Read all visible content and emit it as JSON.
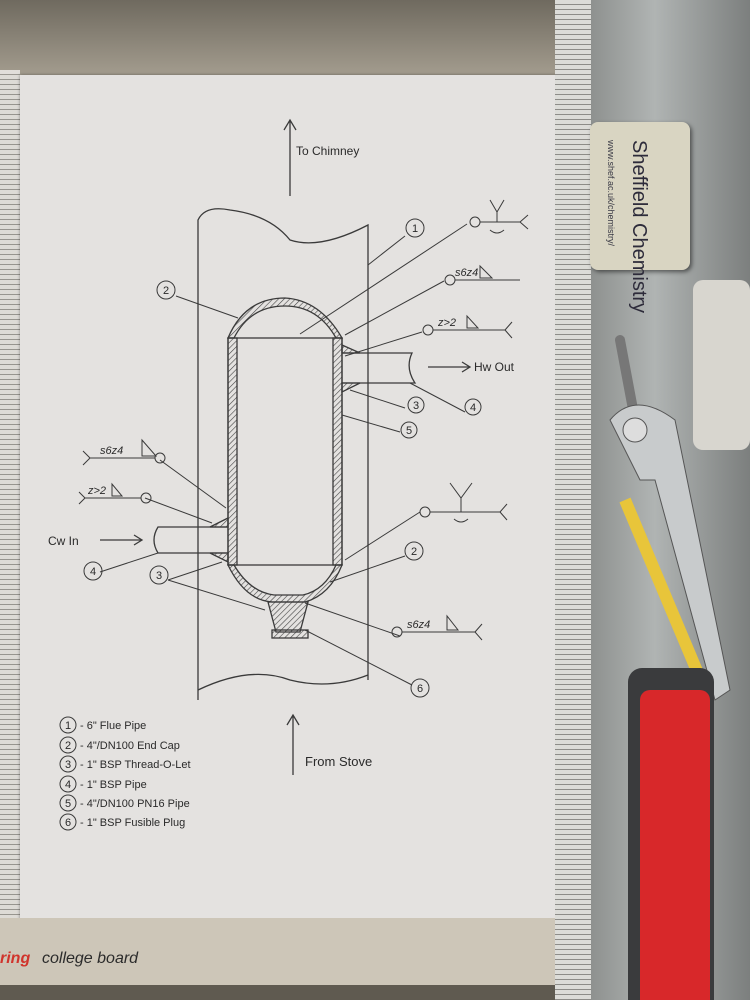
{
  "drawing": {
    "flow_labels": {
      "to_chimney": "To Chimney",
      "hw_out": "Hw Out",
      "cw_in": "Cw In",
      "from_stove": "From Stove"
    },
    "callouts": [
      "1",
      "2",
      "3",
      "4",
      "5",
      "2",
      "4",
      "3",
      "6"
    ],
    "weld_symbols": {
      "s6z4_top": "s6z4",
      "z2_top": "z>2",
      "s6z4_left": "s6z4",
      "z2_left": "z>2",
      "s6z4_bottom": "s6z4"
    },
    "legend": [
      {
        "num": "1",
        "text": "- 6\" Flue Pipe"
      },
      {
        "num": "2",
        "text": "- 4\"/DN100 End Cap"
      },
      {
        "num": "3",
        "text": "- 1\" BSP Thread-O-Let"
      },
      {
        "num": "4",
        "text": "- 1\" BSP Pipe"
      },
      {
        "num": "5",
        "text": "- 4\"/DN100 PN16 Pipe"
      },
      {
        "num": "6",
        "text": "- 1\" BSP Fusible Plug"
      }
    ]
  },
  "board": {
    "brand_red": "ring",
    "brand_text": "college board"
  },
  "eraser": {
    "title": "Sheffield Chemistry",
    "url": "www.shef.ac.uk/chemistry/"
  }
}
